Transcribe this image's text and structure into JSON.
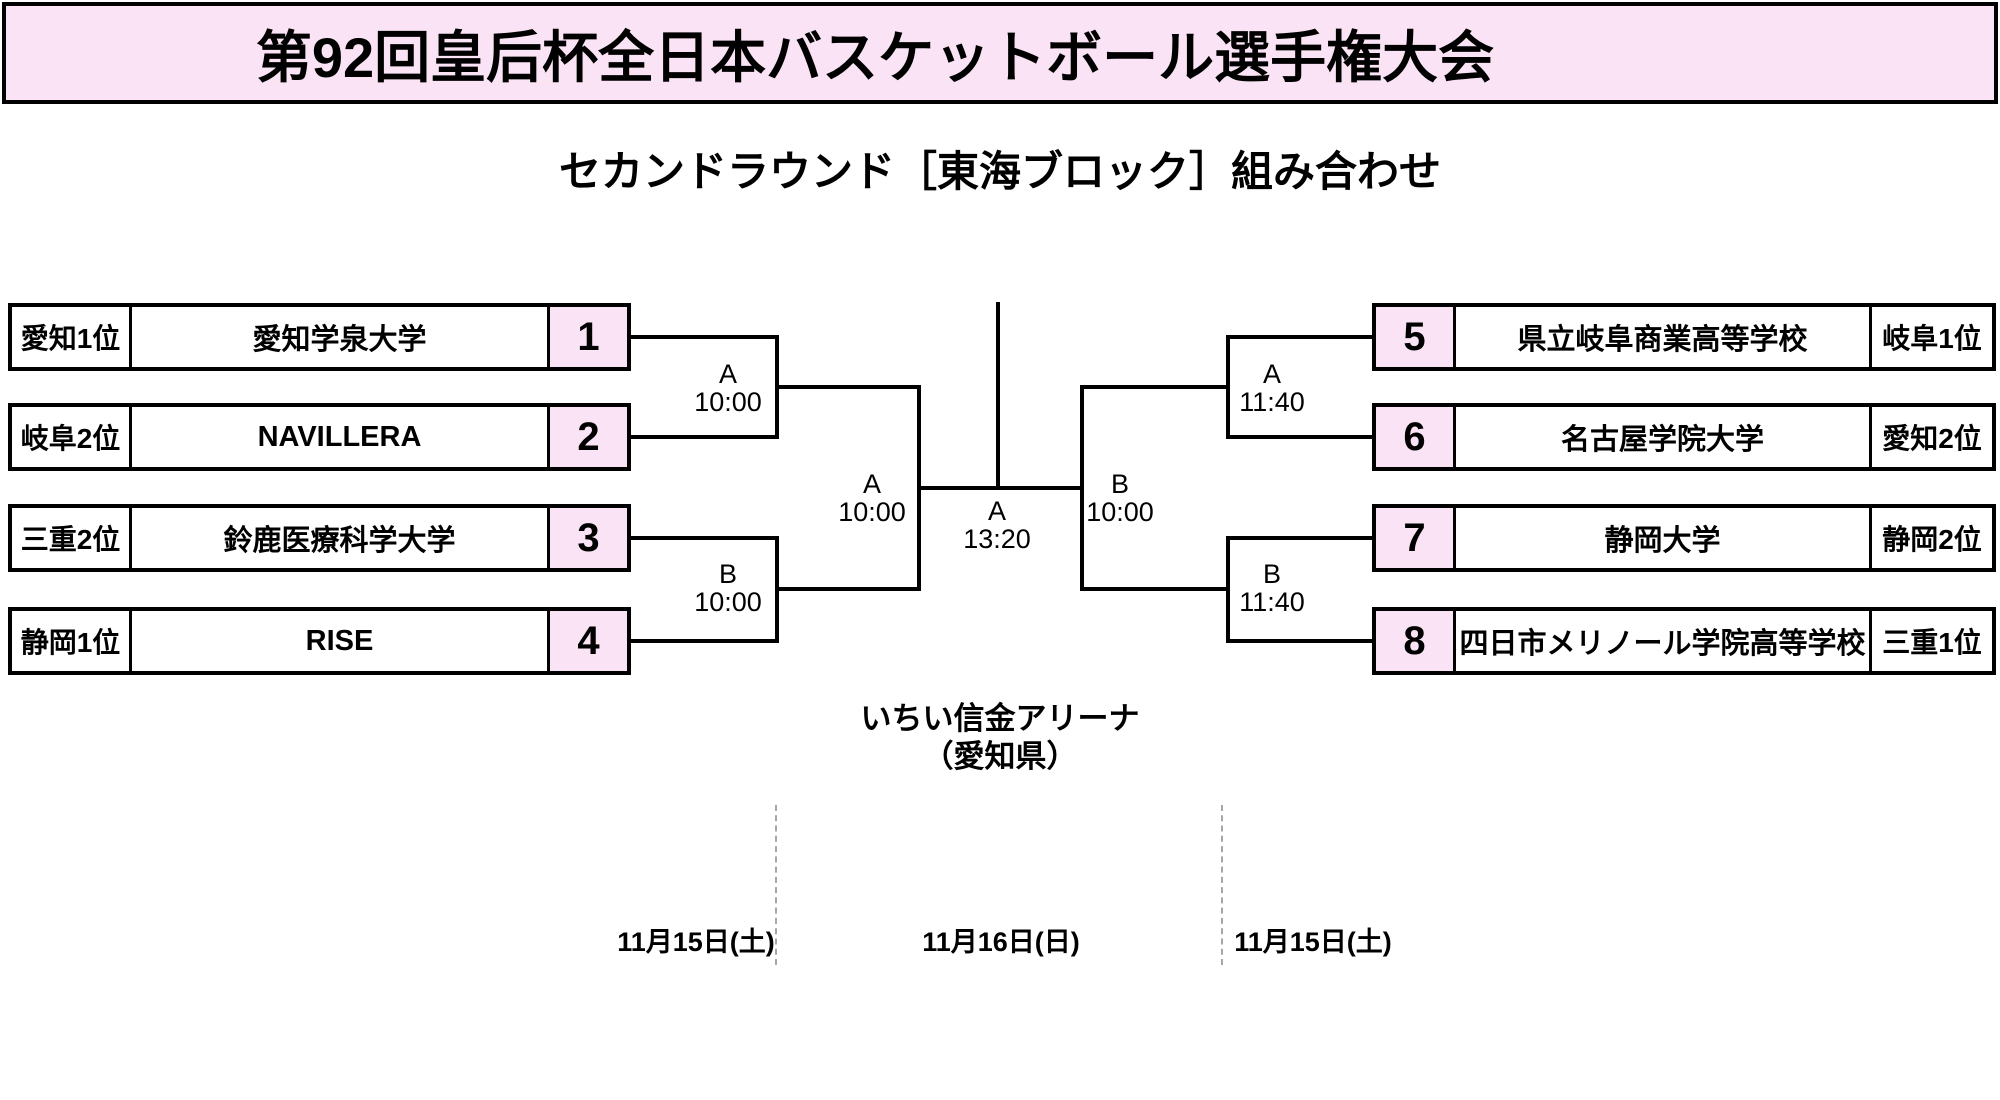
{
  "page": {
    "title": "第92回皇后杯全日本バスケットボール選手権大会",
    "subtitle": "セカンドラウンド［東海ブロック］組み合わせ",
    "venue_line1": "いちい信金アリーナ",
    "venue_line2": "（愛知県）",
    "colors": {
      "accent_pink": "#fae3f5",
      "line_black": "#000000",
      "dashed_gray": "#a6a6a6"
    }
  },
  "bracket": {
    "left_teams": [
      {
        "seed_label": "愛知1位",
        "name": "愛知学泉大学",
        "number": "1"
      },
      {
        "seed_label": "岐阜2位",
        "name": "NAVILLERA",
        "number": "2"
      },
      {
        "seed_label": "三重2位",
        "name": "鈴鹿医療科学大学",
        "number": "3"
      },
      {
        "seed_label": "静岡1位",
        "name": "RISE",
        "number": "4"
      }
    ],
    "right_teams": [
      {
        "number": "5",
        "name": "県立岐阜商業高等学校",
        "seed_label": "岐阜1位"
      },
      {
        "number": "6",
        "name": "名古屋学院大学",
        "seed_label": "愛知2位"
      },
      {
        "number": "7",
        "name": "静岡大学",
        "seed_label": "静岡2位"
      },
      {
        "number": "8",
        "name": "四日市メリノール学院高等学校",
        "seed_label": "三重1位"
      }
    ],
    "matches": {
      "left_qf_top": {
        "court": "A",
        "time": "10:00"
      },
      "left_qf_bottom": {
        "court": "B",
        "time": "10:00"
      },
      "left_sf": {
        "court": "A",
        "time": "10:00"
      },
      "right_qf_top": {
        "court": "A",
        "time": "11:40"
      },
      "right_qf_bottom": {
        "court": "B",
        "time": "11:40"
      },
      "right_sf": {
        "court": "B",
        "time": "10:00"
      },
      "final": {
        "court": "A",
        "time": "13:20"
      }
    }
  },
  "schedule": {
    "left_date": "11月15日(土)",
    "center_date": "11月16日(日)",
    "right_date": "11月15日(土)"
  }
}
